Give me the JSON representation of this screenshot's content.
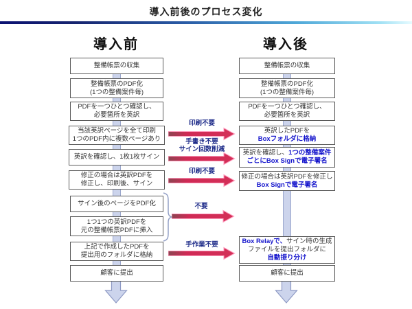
{
  "title": "導入前後のプロセス変化",
  "before": {
    "header": "導入前",
    "boxes": [
      {
        "l1": "整備帳票の収集"
      },
      {
        "l1": "整備帳票のPDF化",
        "l2": "(1つの整備案件毎)"
      },
      {
        "l1": "PDFを一つひとつ確認し、",
        "l2": "必要箇所を英訳"
      },
      {
        "l1": "当該英訳ページを全て印刷",
        "l2": "1つのPDF内に複数ページあり"
      },
      {
        "l1": "英訳を確認し、1枚1枚サイン"
      },
      {
        "l1": "修正の場合は英訳PDFを",
        "l2": "修正し、印刷後、サイン"
      },
      {
        "l1": "サイン後のページをPDF化"
      },
      {
        "l1": "1つ1つの英訳PDFを",
        "l2": "元の整備帳票PDFに挿入"
      },
      {
        "l1": "上記で作成したPDFを",
        "l2": "提出用のフォルダに格納"
      },
      {
        "l1": "顧客に提出"
      }
    ]
  },
  "after": {
    "header": "導入後",
    "boxes": [
      {
        "l1": "整備帳票の収集"
      },
      {
        "l1": "整備帳票のPDF化",
        "l2": "(1つの整備案件毎)"
      },
      {
        "l1": "PDFを一つひとつ確認し、",
        "l2": "必要箇所を英訳"
      },
      {
        "l1": "英訳したPDFを",
        "l2em": "Boxフォルダに格納"
      },
      {
        "l1": "英訳を確認し、",
        "l1em": "1つの整備案件",
        "l2em": "ごとにBox Signで電子署名"
      },
      {
        "l1": "修正の場合は英訳PDFを修正し",
        "l2em": "Box Signで電子署名"
      },
      {
        "l1em": "Box Relayで、",
        "l1": "サイン時の生成",
        "l2": "ファイルを提出フォルダに",
        "l3em": "自動振り分け"
      },
      {
        "l1": "顧客に提出"
      }
    ]
  },
  "changes": [
    {
      "labels": [
        "印刷不要"
      ]
    },
    {
      "labels": [
        "手書き不要",
        "サイン回数削減"
      ]
    },
    {
      "labels": [
        "印刷不要"
      ]
    },
    {
      "labels": [
        "不要"
      ]
    },
    {
      "labels": [
        "手作業不要"
      ]
    }
  ],
  "colors": {
    "emphasis_blue": "#1414cc",
    "change_arrow_red": "#d02b55",
    "change_arrow_outline": "#ff9dbe",
    "change_label_navy": "#1f2d8a",
    "connector_fill": "#ccd4ec",
    "box_border_gray": "#595959",
    "divider_dark": "#0b1272",
    "divider_light": "#aee6f8"
  }
}
